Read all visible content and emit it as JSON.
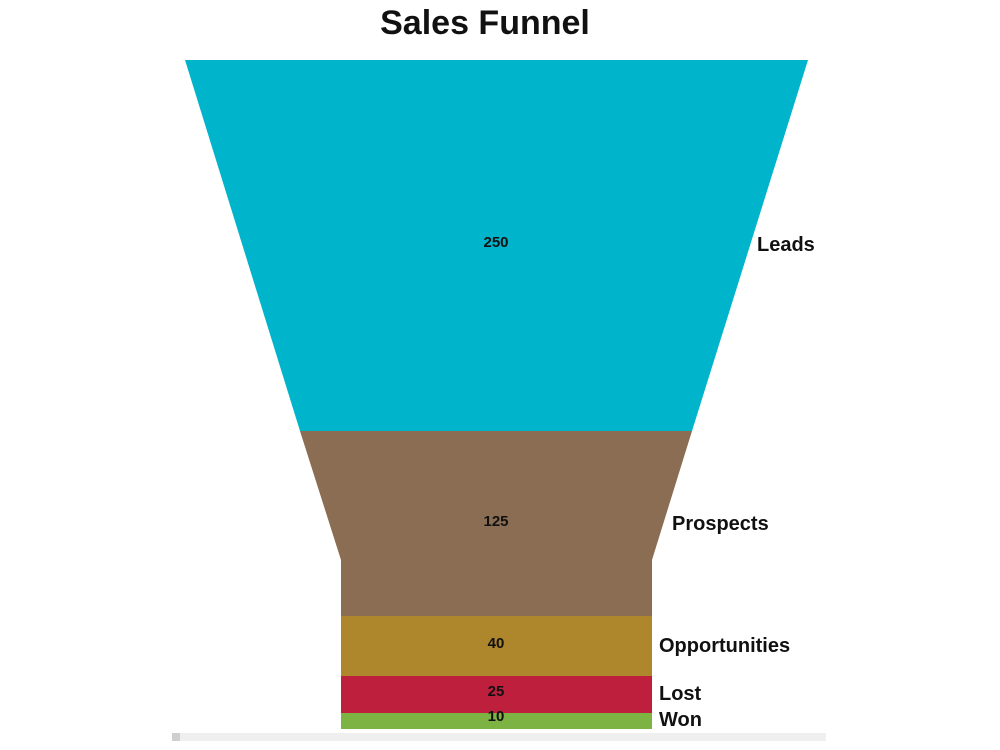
{
  "chart_data": {
    "type": "funnel",
    "title": "Sales Funnel",
    "categories": [
      "Leads",
      "Prospects",
      "Opportunities",
      "Lost",
      "Won"
    ],
    "values": [
      250,
      125,
      40,
      25,
      10
    ],
    "colors": [
      "#00B5CB",
      "#8A6D52",
      "#AE862B",
      "#BE1F3C",
      "#7CB342"
    ],
    "data_labels": [
      "250",
      "125",
      "40",
      "25",
      "10"
    ],
    "legend": "none",
    "grid": false
  },
  "scrollbar": {
    "position": "left"
  }
}
